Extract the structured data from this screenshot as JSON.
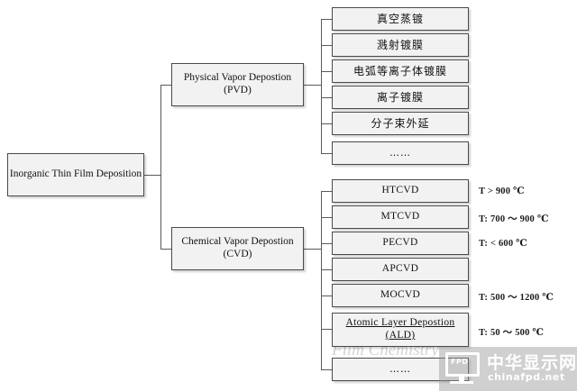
{
  "diagram": {
    "root": {
      "label": "Inorganic Thin Film Deposition"
    },
    "branches": [
      {
        "id": "pvd",
        "label": "Physical Vapor Depostion\n(PVD)",
        "label_line1": "Physical Vapor Depostion",
        "label_line2": "(PVD)",
        "children": [
          {
            "label": "真空蒸镀",
            "lang": "cn",
            "temp": ""
          },
          {
            "label": "溅射镀膜",
            "lang": "cn",
            "temp": ""
          },
          {
            "label": "电弧等离子体镀膜",
            "lang": "cn",
            "temp": ""
          },
          {
            "label": "离子镀膜",
            "lang": "cn",
            "temp": ""
          },
          {
            "label": "分子束外延",
            "lang": "cn",
            "temp": ""
          },
          {
            "label": "……",
            "lang": "cn",
            "temp": ""
          }
        ]
      },
      {
        "id": "cvd",
        "label": "Chemical Vapor Depostion\n(CVD)",
        "label_line1": "Chemical Vapor Depostion",
        "label_line2": "(CVD)",
        "children": [
          {
            "label": "HTCVD",
            "lang": "en",
            "temp": "T > 900 ℃"
          },
          {
            "label": "MTCVD",
            "lang": "en",
            "temp": "T: 700 ～ 900 ℃"
          },
          {
            "label": "PECVD",
            "lang": "en",
            "temp": "T: < 600 ℃"
          },
          {
            "label": "APCVD",
            "lang": "en",
            "temp": ""
          },
          {
            "label": "MOCVD",
            "lang": "en",
            "temp": "T: 500 ～ 1200 ℃"
          },
          {
            "label": "Atomic Layer Depostion\n(ALD)",
            "label_line1": "Atomic Layer Depostion",
            "label_line2": "(ALD)",
            "lang": "en",
            "temp": "T: 50 ～ 500 ℃"
          },
          {
            "label": "……",
            "lang": "cn",
            "temp": ""
          }
        ]
      }
    ]
  },
  "watermark": {
    "faint_text": "Film Chemistry",
    "logo_text": "FPD",
    "site_name": "中华显示网",
    "site_url": "chinafpd.net"
  },
  "colors": {
    "box_fill": "#f2f2f2",
    "box_border": "#4a4a4a",
    "line": "#5a5a5a",
    "text": "#111111"
  }
}
